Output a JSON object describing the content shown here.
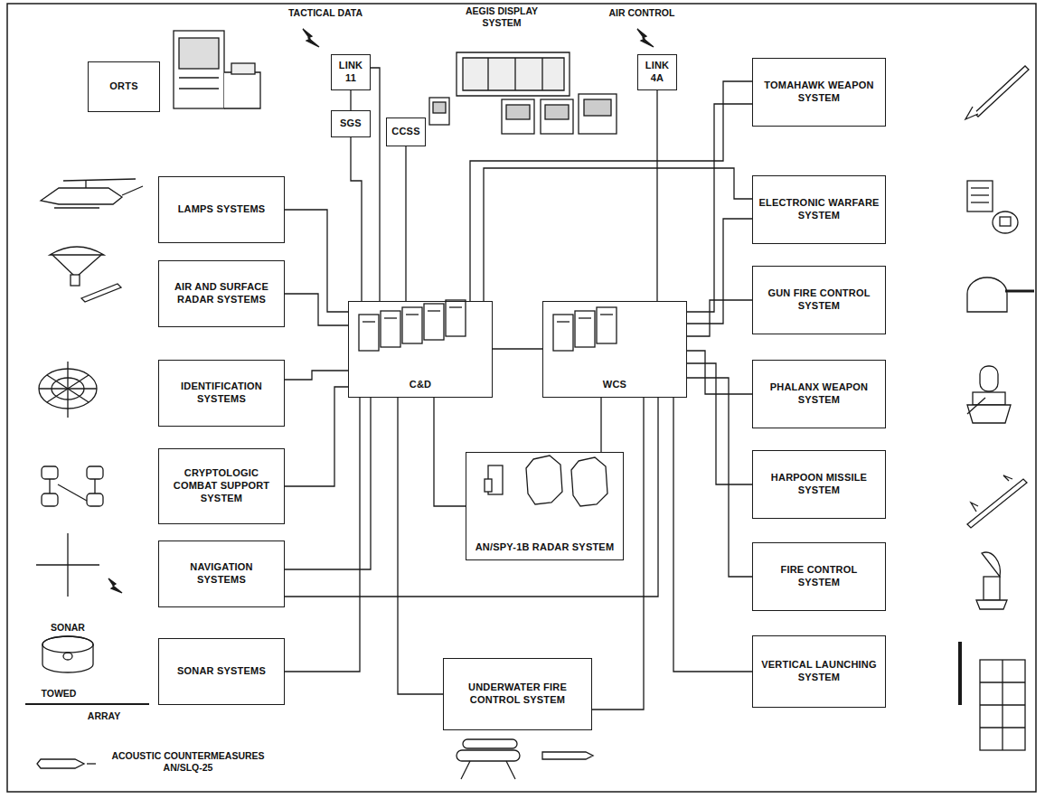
{
  "diagram": {
    "nodes": [
      {
        "text": [
          "ORTS"
        ]
      },
      {
        "text": [
          "LINK 11"
        ]
      },
      {
        "text": [
          "SGS"
        ]
      },
      {
        "text": [
          "CCSS"
        ]
      },
      {
        "text": [
          "LINK 4A"
        ]
      },
      {
        "text": [
          "LAMPS SYSTEMS"
        ]
      },
      {
        "text": [
          "AIR AND SURFACE RADAR SYSTEMS"
        ]
      },
      {
        "text": [
          "IDENTIFICATION SYSTEMS"
        ]
      },
      {
        "text": [
          "CRYPTOLOGIC COMBAT SUPPORT SYSTEM"
        ]
      },
      {
        "text": [
          "NAVIGATION SYSTEMS"
        ]
      },
      {
        "text": [
          "SONAR SYSTEMS"
        ]
      },
      {
        "text": [
          "C&D"
        ]
      },
      {
        "text": [
          "WCS"
        ]
      },
      {
        "text": [
          "AN/SPY-1B RADAR SYSTEM"
        ]
      },
      {
        "text": [
          "UNDERWATER FIRE CONTROL SYSTEM"
        ]
      },
      {
        "text": [
          "TOMAHAWK WEAPON SYSTEM"
        ]
      },
      {
        "text": [
          "ELECTRONIC WARFARE SYSTEM"
        ]
      },
      {
        "text": [
          "GUN FIRE CONTROL SYSTEM"
        ]
      },
      {
        "text": [
          "PHALANX WEAPON SYSTEM"
        ]
      },
      {
        "text": [
          "HARPOON MISSILE SYSTEM"
        ]
      },
      {
        "text": [
          "FIRE CONTROL SYSTEM"
        ]
      },
      {
        "text": [
          "VERTICAL LAUNCHING SYSTEM"
        ]
      }
    ],
    "edges": [
      {
        "from": 1,
        "to": 2,
        "arrow": "none"
      },
      {
        "from": 1,
        "to": 11,
        "arrow": "none"
      },
      {
        "from": 2,
        "to": 11,
        "arrow": "none"
      },
      {
        "from": 3,
        "to": 11,
        "arrow": "none"
      },
      {
        "from": 4,
        "to": 12,
        "arrow": "none"
      },
      {
        "from": 5,
        "to": 11,
        "arrow": "none"
      },
      {
        "from": 6,
        "to": 11,
        "arrow": "none"
      },
      {
        "from": 7,
        "to": 11,
        "arrow": "none"
      },
      {
        "from": 8,
        "to": 11,
        "arrow": "none"
      },
      {
        "from": 9,
        "to": 11,
        "arrow": "none"
      },
      {
        "from": 10,
        "to": 11,
        "arrow": "none"
      },
      {
        "from": 11,
        "to": 12,
        "arrow": "none"
      },
      {
        "from": 13,
        "to": 11,
        "arrow": "none"
      },
      {
        "from": 13,
        "to": 12,
        "arrow": "none"
      },
      {
        "from": 14,
        "to": 11,
        "arrow": "none"
      },
      {
        "from": 11,
        "to": 15,
        "arrow": "none"
      },
      {
        "from": 11,
        "to": 16,
        "arrow": "none"
      },
      {
        "from": 12,
        "to": 15,
        "arrow": "none"
      },
      {
        "from": 12,
        "to": 16,
        "arrow": "none"
      },
      {
        "from": 12,
        "to": 17,
        "arrow": "none"
      },
      {
        "from": 12,
        "to": 18,
        "arrow": "none"
      },
      {
        "from": 12,
        "to": 19,
        "arrow": "none"
      },
      {
        "from": 12,
        "to": 20,
        "arrow": "none"
      },
      {
        "from": 12,
        "to": 21,
        "arrow": "none"
      },
      {
        "from": 12,
        "to": 14,
        "arrow": "none"
      },
      {
        "from": 9,
        "to": 12,
        "arrow": "none"
      }
    ],
    "labels": [
      "TACTICAL DATA",
      "AEGIS DISPLAY SYSTEM",
      "AIR CONTROL",
      "SONAR",
      "TOWED",
      "ARRAY",
      "ACOUSTIC COUNTERMEASURES AN/SLQ-25"
    ]
  }
}
